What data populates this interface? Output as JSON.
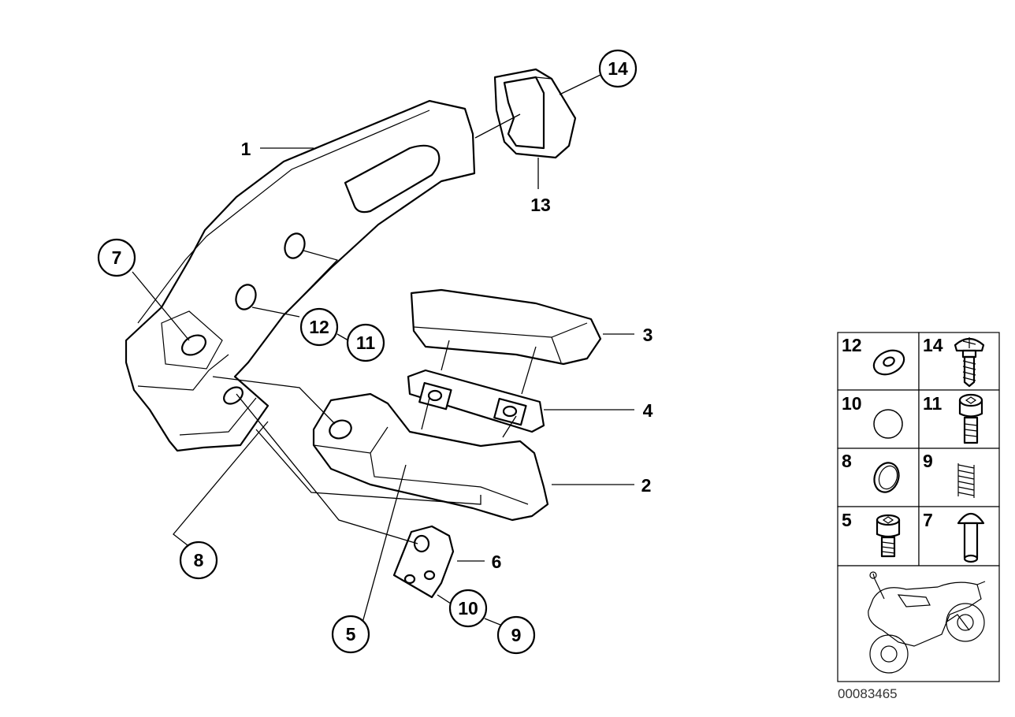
{
  "callouts": {
    "c1": "1",
    "c2": "2",
    "c3": "3",
    "c4": "4",
    "c5": "5",
    "c6": "6",
    "c7": "7",
    "c8": "8",
    "c9": "9",
    "c10": "10",
    "c11": "11",
    "c12": "12",
    "c13": "13",
    "c14": "14"
  },
  "legend": {
    "cells": [
      {
        "label": "12",
        "icon": "washer-icon"
      },
      {
        "label": "14",
        "icon": "phillips-screw-icon"
      },
      {
        "label": "10",
        "icon": "plug-cap-icon"
      },
      {
        "label": "11",
        "icon": "hex-socket-bolt-icon"
      },
      {
        "label": "8",
        "icon": "clip-ring-icon"
      },
      {
        "label": "9",
        "icon": "spring-icon"
      },
      {
        "label": "5",
        "icon": "socket-screw-icon"
      },
      {
        "label": "7",
        "icon": "pin-icon"
      }
    ],
    "vehicle_icon": "motorcycle-icon"
  },
  "document_number": "00083465"
}
